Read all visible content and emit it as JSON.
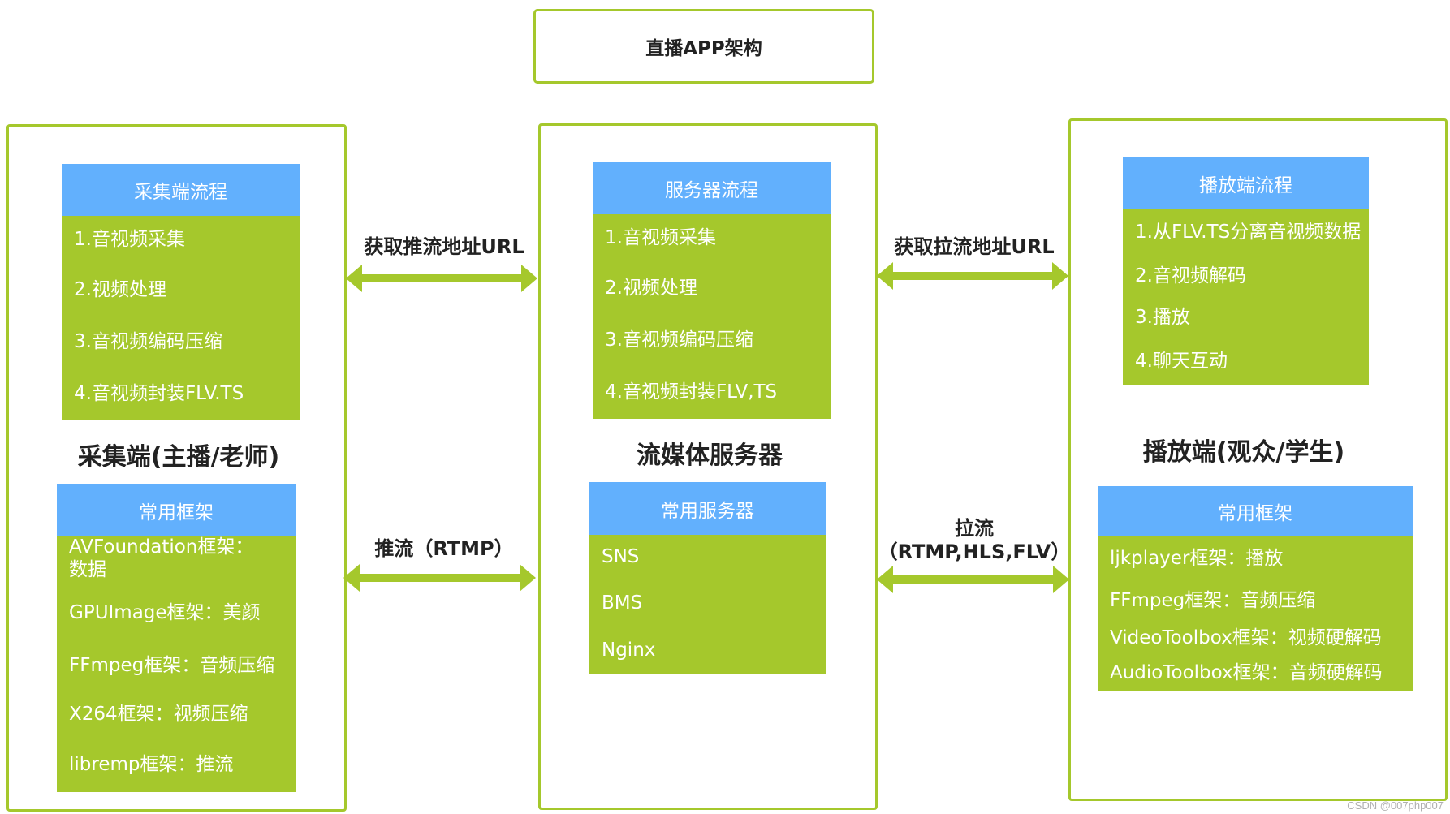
{
  "title": "直播APP架构",
  "left": {
    "section_title": "采集端(主播/老师)",
    "flow": {
      "header": "采集端流程",
      "items": [
        "1.音视频采集",
        "2.视频处理",
        "3.音视频编码压缩",
        "4.音视频封装FLV.TS"
      ]
    },
    "frameworks": {
      "header": "常用框架",
      "items": [
        "AVFoundation框架：数据",
        "GPUImage框架：美颜",
        "FFmpeg框架：音频压缩",
        "X264框架：视频压缩",
        "libremp框架：推流"
      ]
    }
  },
  "center": {
    "section_title": "流媒体服务器",
    "flow": {
      "header": "服务器流程",
      "items": [
        "1.音视频采集",
        "2.视频处理",
        "3.音视频编码压缩",
        "4.音视频封装FLV,TS"
      ]
    },
    "servers": {
      "header": "常用服务器",
      "items": [
        "SNS",
        "BMS",
        "Nginx"
      ]
    }
  },
  "right": {
    "section_title": "播放端(观众/学生)",
    "flow": {
      "header": "播放端流程",
      "items": [
        "1.从FLV.TS分离音视频数据",
        "2.音视频解码",
        "3.播放",
        "4.聊天互动"
      ]
    },
    "frameworks": {
      "header": "常用框架",
      "items": [
        "ljkplayer框架：播放",
        "FFmpeg框架：音频压缩",
        "VideoToolbox框架：视频硬解码",
        "AudioToolbox框架：音频硬解码"
      ]
    }
  },
  "arrows": {
    "get_push_url": "获取推流地址URL",
    "push": "推流（RTMP）",
    "get_pull_url": "获取拉流地址URL",
    "pull_line1": "拉流",
    "pull_line2": "（RTMP,HLS,FLV）"
  },
  "watermark": "CSDN @007php007",
  "colors": {
    "green": "#a5c82c",
    "blue": "#62b0fd",
    "frame": "#a5c82c"
  }
}
